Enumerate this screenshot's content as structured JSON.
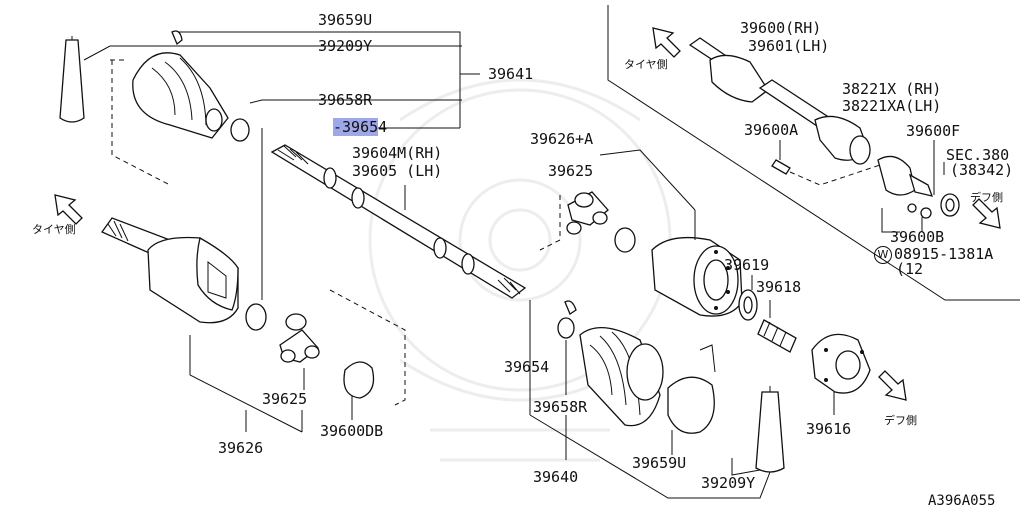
{
  "diagram": {
    "code": "A396A055",
    "labels": {
      "p39659U_top": "39659U",
      "p39209Y_top": "39209Y",
      "p39641": "39641",
      "p39658R_top": "39658R",
      "p39654_top": "39654",
      "p39604M": "39604M(RH)",
      "p39605": "39605 (LH)",
      "p39626A": "39626+A",
      "p39625_top": "39625",
      "p39600RH": "39600(RH)",
      "p39601LH": "39601(LH)",
      "p38221X": "38221X (RH)",
      "p38221XA": "38221XA(LH)",
      "p39600A": "39600A",
      "p39600F": "39600F",
      "sec380": "SEC.380",
      "sec38342": "(38342)",
      "p39600B": "39600B",
      "p08915": "08915-1381A",
      "p08915_qty": "(12",
      "washer_mark": "W",
      "p39619": "39619",
      "p39618": "39618",
      "p39616": "39616",
      "p39654_mid": "39654",
      "p39658R_mid": "39658R",
      "p39640": "39640",
      "p39659U_bot": "39659U",
      "p39209Y_bot": "39209Y",
      "p39625_bot": "39625",
      "p39600DB": "39600DB",
      "p39626": "39626"
    },
    "direction_notes": {
      "tire_side_left": "タイヤ側",
      "tire_side_right": "タイヤ側",
      "diff_side_right": "デフ側",
      "diff_side_bottom": "デフ側"
    }
  }
}
